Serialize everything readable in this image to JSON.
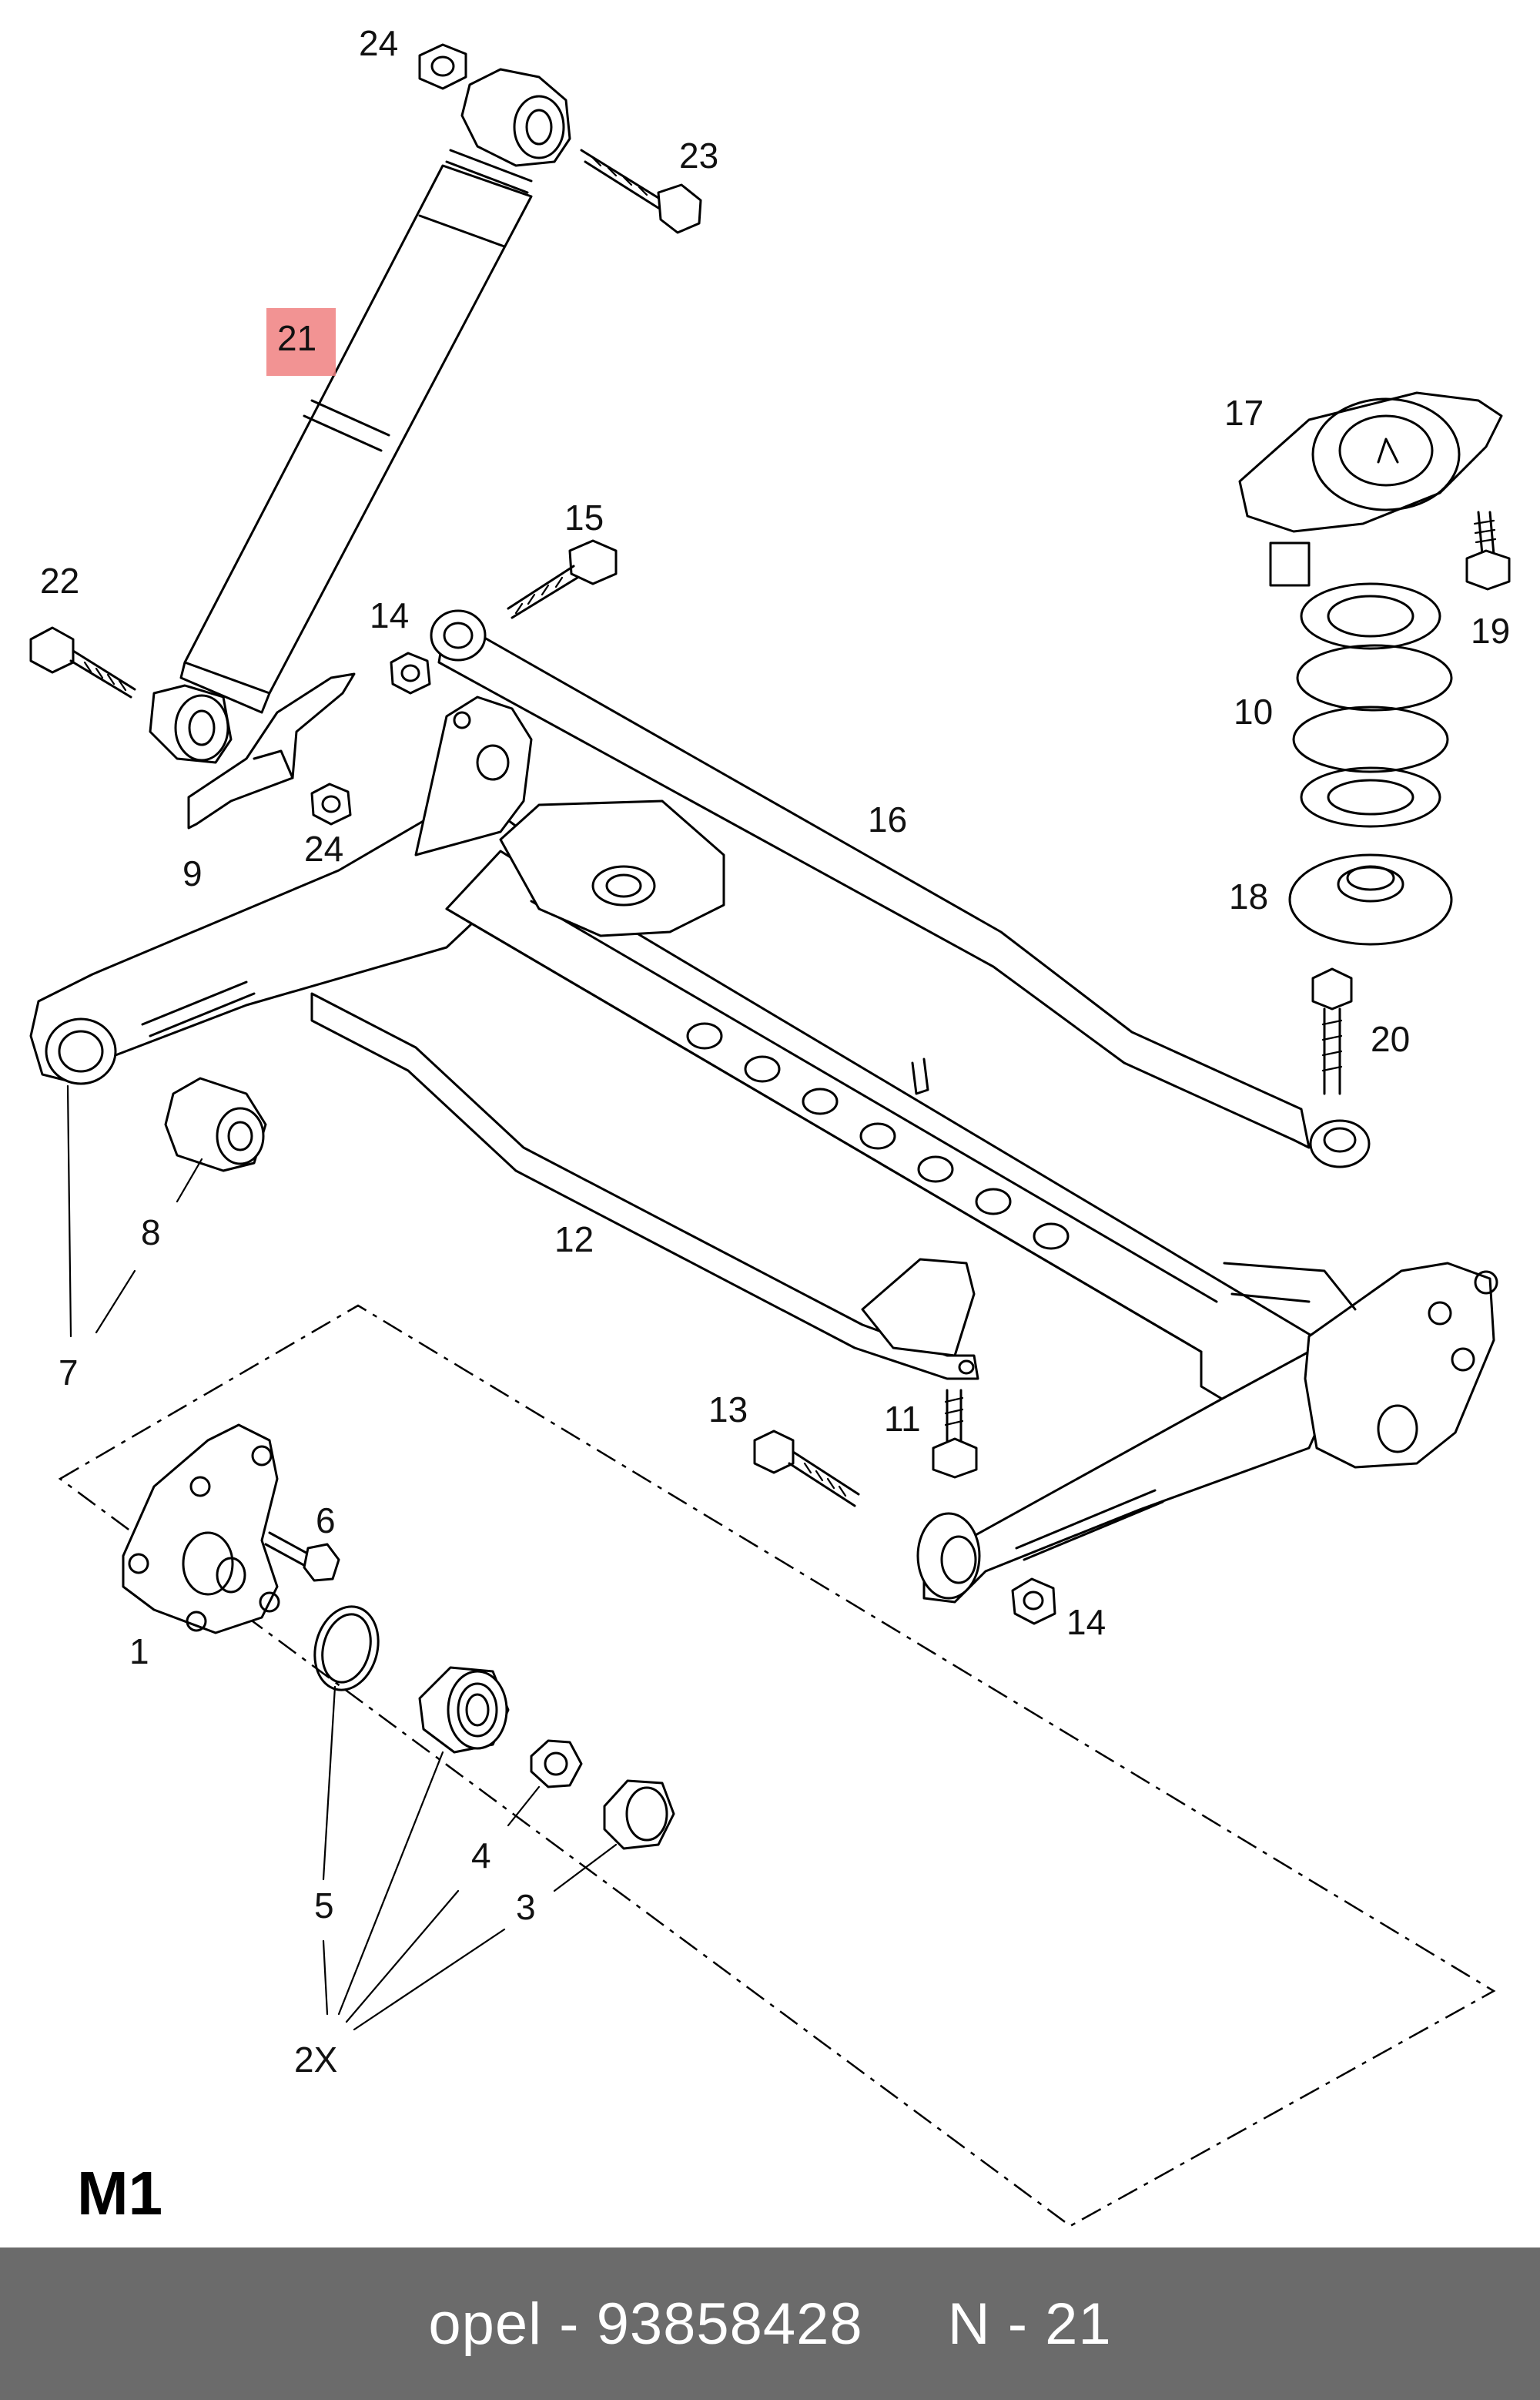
{
  "callouts": [
    {
      "id": "c24a",
      "label": "24"
    },
    {
      "id": "c23",
      "label": "23"
    },
    {
      "id": "c21",
      "label": "21",
      "highlighted": true
    },
    {
      "id": "c17",
      "label": "17"
    },
    {
      "id": "c22",
      "label": "22"
    },
    {
      "id": "c15",
      "label": "15"
    },
    {
      "id": "c14a",
      "label": "14"
    },
    {
      "id": "c19",
      "label": "19"
    },
    {
      "id": "c10",
      "label": "10"
    },
    {
      "id": "c16",
      "label": "16"
    },
    {
      "id": "c9",
      "label": "9"
    },
    {
      "id": "c24b",
      "label": "24"
    },
    {
      "id": "c18",
      "label": "18"
    },
    {
      "id": "c20",
      "label": "20"
    },
    {
      "id": "c8",
      "label": "8"
    },
    {
      "id": "c12",
      "label": "12"
    },
    {
      "id": "c7",
      "label": "7"
    },
    {
      "id": "c13",
      "label": "13"
    },
    {
      "id": "c11",
      "label": "11"
    },
    {
      "id": "c6",
      "label": "6"
    },
    {
      "id": "c1",
      "label": "1"
    },
    {
      "id": "c14b",
      "label": "14"
    },
    {
      "id": "c4",
      "label": "4"
    },
    {
      "id": "c5",
      "label": "5"
    },
    {
      "id": "c3",
      "label": "3"
    },
    {
      "id": "c2x",
      "label": "2X"
    }
  ],
  "page_label": "M1",
  "footer": {
    "brand": "opel",
    "separator": " - ",
    "part_number": "93858428",
    "ref_label": "N - 21"
  },
  "colors": {
    "highlight": "#f08080",
    "footer_bg": "#6b6b6b",
    "footer_text": "#ffffff"
  }
}
